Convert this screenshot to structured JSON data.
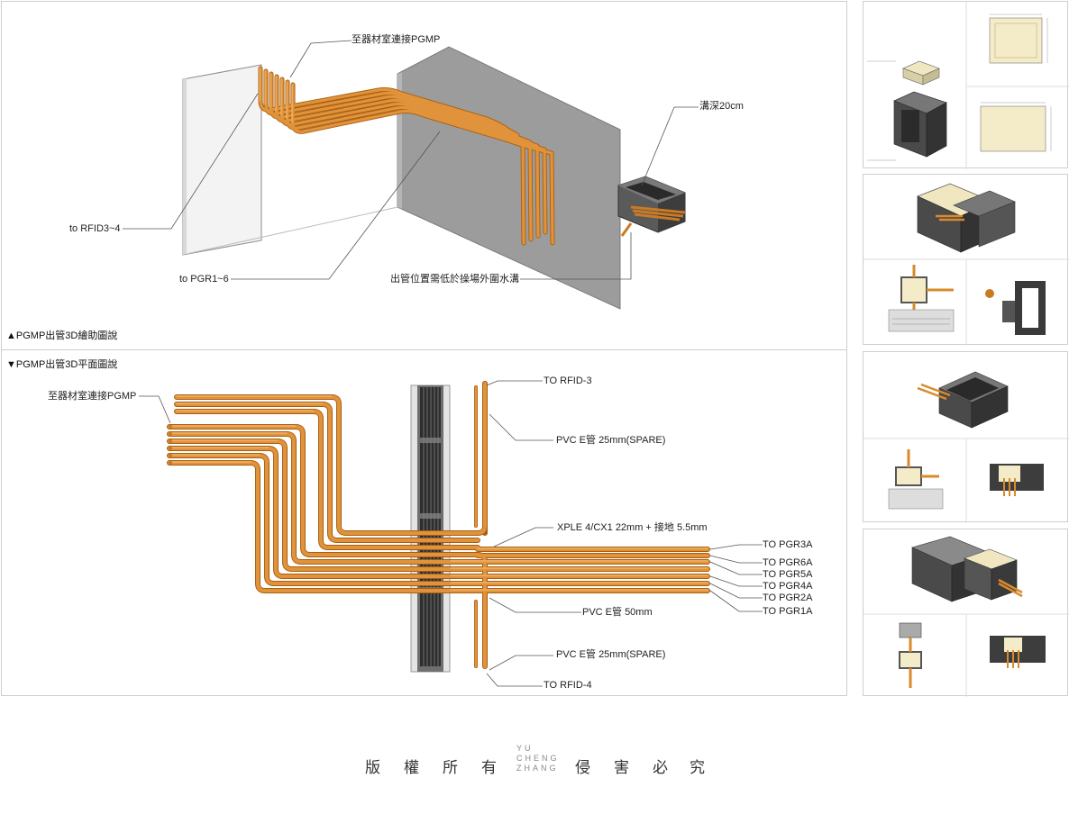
{
  "top_section": {
    "caption": "▲PGMP出管3D繪助圖說",
    "label_pgmp": "至器材室連接PGMP",
    "label_depth": "溝深20cm",
    "label_rfid34": "to RFID3~4",
    "label_pgr16": "to PGR1~6",
    "label_outlet": "出管位置需低於操場外圍水溝"
  },
  "bottom_section": {
    "caption": "▼PGMP出管3D平面圖說",
    "label_pgmp": "至器材室連接PGMP",
    "to_rfid3": "TO RFID-3",
    "pvc_spare_top": "PVC E管 25mm(SPARE)",
    "xple": "XPLE 4/CX1 22mm + 接地 5.5mm",
    "pgr_labels": [
      "TO PGR3A",
      "TO PGR6A",
      "TO PGR5A",
      "TO PGR4A",
      "TO PGR2A",
      "TO PGR1A"
    ],
    "pvc_50": "PVC E管 50mm",
    "pvc_spare_bottom": "PVC E管 25mm(SPARE)",
    "to_rfid4": "TO RFID-4"
  },
  "footer": {
    "chars": [
      "版",
      "權",
      "所",
      "有",
      "侵",
      "害",
      "必",
      "究"
    ],
    "logo_lines": [
      "YU",
      "CHENG",
      "ZHANG"
    ]
  },
  "colors": {
    "pipe": "#d98a2b",
    "pipe_dark": "#a85e12",
    "pipe_light": "#f2b869",
    "wall": "#9a9a9a",
    "trench": "#4a4a4a",
    "beige": "#f4ecc8"
  }
}
